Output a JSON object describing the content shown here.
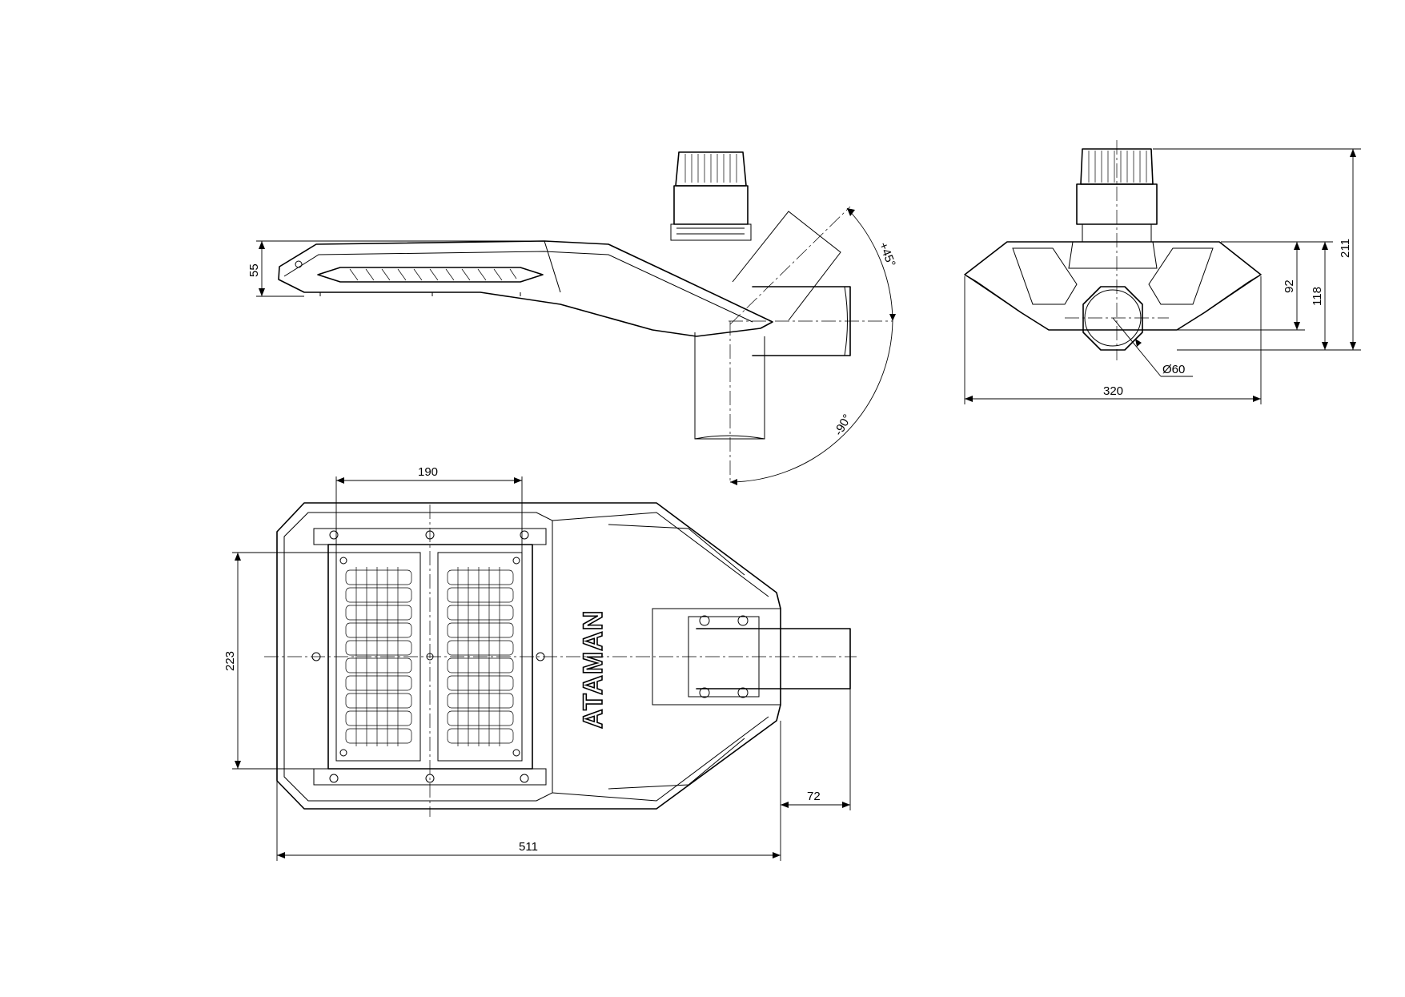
{
  "brand": "ATAMAN",
  "dimensions": {
    "side_height": "55",
    "tilt_up": "+45°",
    "tilt_down": "-90°",
    "front_total_height": "211",
    "front_body_height": "118",
    "front_pipe_offset": "92",
    "front_width": "320",
    "pipe_diameter": "Ø60",
    "module_width": "190",
    "module_height": "223",
    "total_length": "511",
    "pipe_insertion": "72"
  }
}
